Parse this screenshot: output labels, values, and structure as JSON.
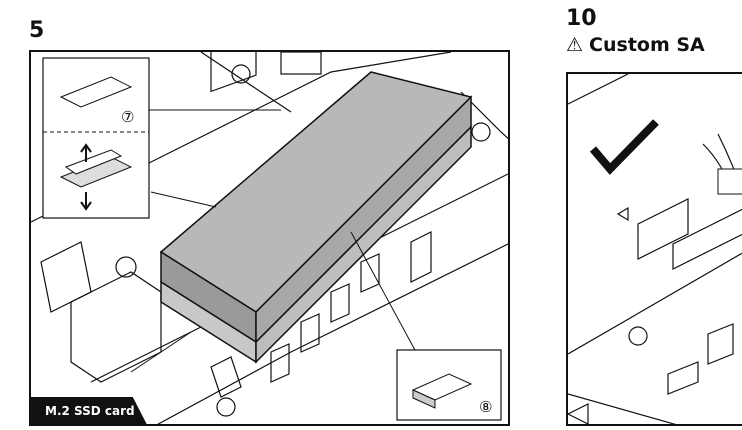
{
  "step_left": {
    "number": "5",
    "callout_7": "⑦",
    "callout_8": "⑧",
    "badge": "M.2 SSD card"
  },
  "step_right": {
    "number": "10",
    "warning_icon": "⚠",
    "title": "Custom SA"
  }
}
